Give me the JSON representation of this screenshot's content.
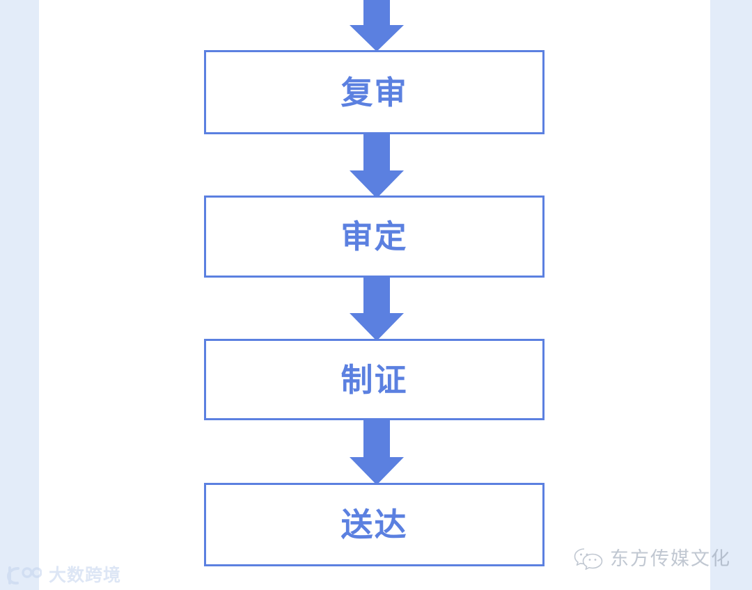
{
  "page": {
    "background_color": "#e3ecf9",
    "sheet_color": "#ffffff",
    "accent_color": "#5b80e0"
  },
  "diagram": {
    "type": "vertical-flowchart",
    "orientation": "top-to-bottom",
    "node_border_color": "#5b80e0",
    "node_fill_color": "#ffffff",
    "label_color": "#5b80e0",
    "arrow_color": "#5b80e0",
    "has_incoming_arrow_from_above": true,
    "nodes": [
      {
        "label": "复审",
        "shape": "rectangle"
      },
      {
        "label": "审定",
        "shape": "rectangle"
      },
      {
        "label": "制证",
        "shape": "rectangle"
      },
      {
        "label": "送达",
        "shape": "rectangle"
      }
    ],
    "connectors": [
      {
        "from": "(above, off-screen)",
        "to": "复审",
        "icon": "down-arrow-icon"
      },
      {
        "from": "复审",
        "to": "审定",
        "icon": "down-arrow-icon"
      },
      {
        "from": "审定",
        "to": "制证",
        "icon": "down-arrow-icon"
      },
      {
        "from": "制证",
        "to": "送达",
        "icon": "down-arrow-icon"
      }
    ]
  },
  "watermarks": {
    "bottom_left": {
      "icon": "dashu-kuajing-logo-icon",
      "text": "大数跨境",
      "color": "#c3d3ee"
    },
    "bottom_right": {
      "icon": "wechat-logo-icon",
      "text": "东方传媒文化",
      "color": "#9aa5b5"
    }
  }
}
